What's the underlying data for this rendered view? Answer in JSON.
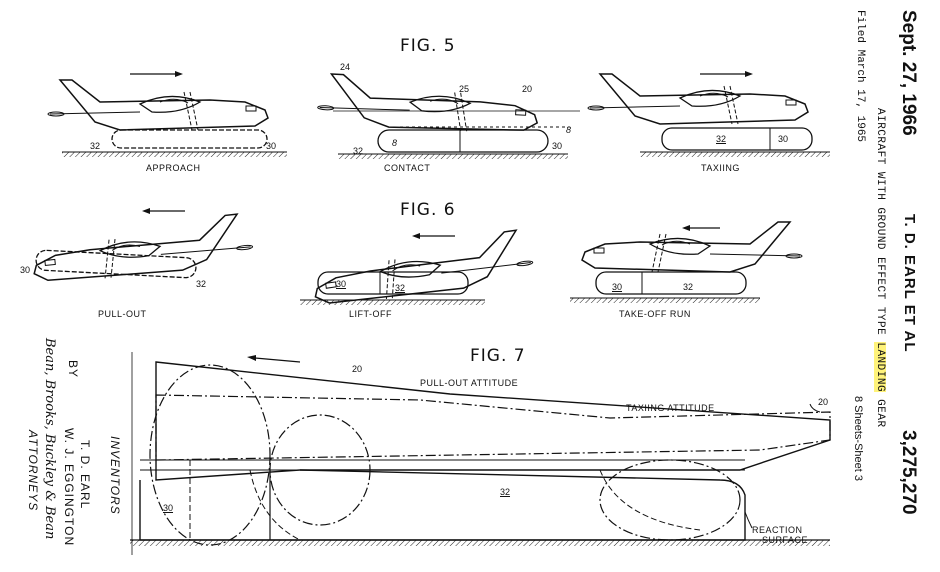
{
  "header": {
    "date": "Sept. 27, 1966",
    "inventors": "T. D. EARL ET AL",
    "patent_number": "3,275,270",
    "title_before": "AIRCRAFT WITH GROUND EFFECT TYPE ",
    "title_highlight": "LANDING",
    "title_after": " GEAR",
    "filed": "Filed March 17, 1965",
    "sheets": "8 Sheets-Sheet 3"
  },
  "figures": {
    "fig5": "FIG. 5",
    "fig6": "FIG. 6",
    "fig7": "FIG. 7"
  },
  "captions": {
    "approach": "APPROACH",
    "contact": "CONTACT",
    "taxiing": "TAXIING",
    "pull_out": "PULL-OUT",
    "lift_off": "LIFT-OFF",
    "take_off_run": "TAKE-OFF RUN"
  },
  "fig7_labels": {
    "pull_out_attitude": "PULL-OUT ATTITUDE",
    "taxiing_attitude": "TAXIING ATTITUDE",
    "reaction_surface_1": "REACTION",
    "reaction_surface_2": "SURFACE"
  },
  "ref_numerals": {
    "n20": "20",
    "n24": "24",
    "n25": "25",
    "n30": "30",
    "n32": "32",
    "n8": "8"
  },
  "inventors_block": {
    "by": "BY",
    "inventors_label": "INVENTORS",
    "name1": "T. D. EARL",
    "name2": "W. J. EGGINGTON",
    "signature": "Bean, Brooks, Buckley & Bean",
    "attorneys": "ATTORNEYS"
  }
}
